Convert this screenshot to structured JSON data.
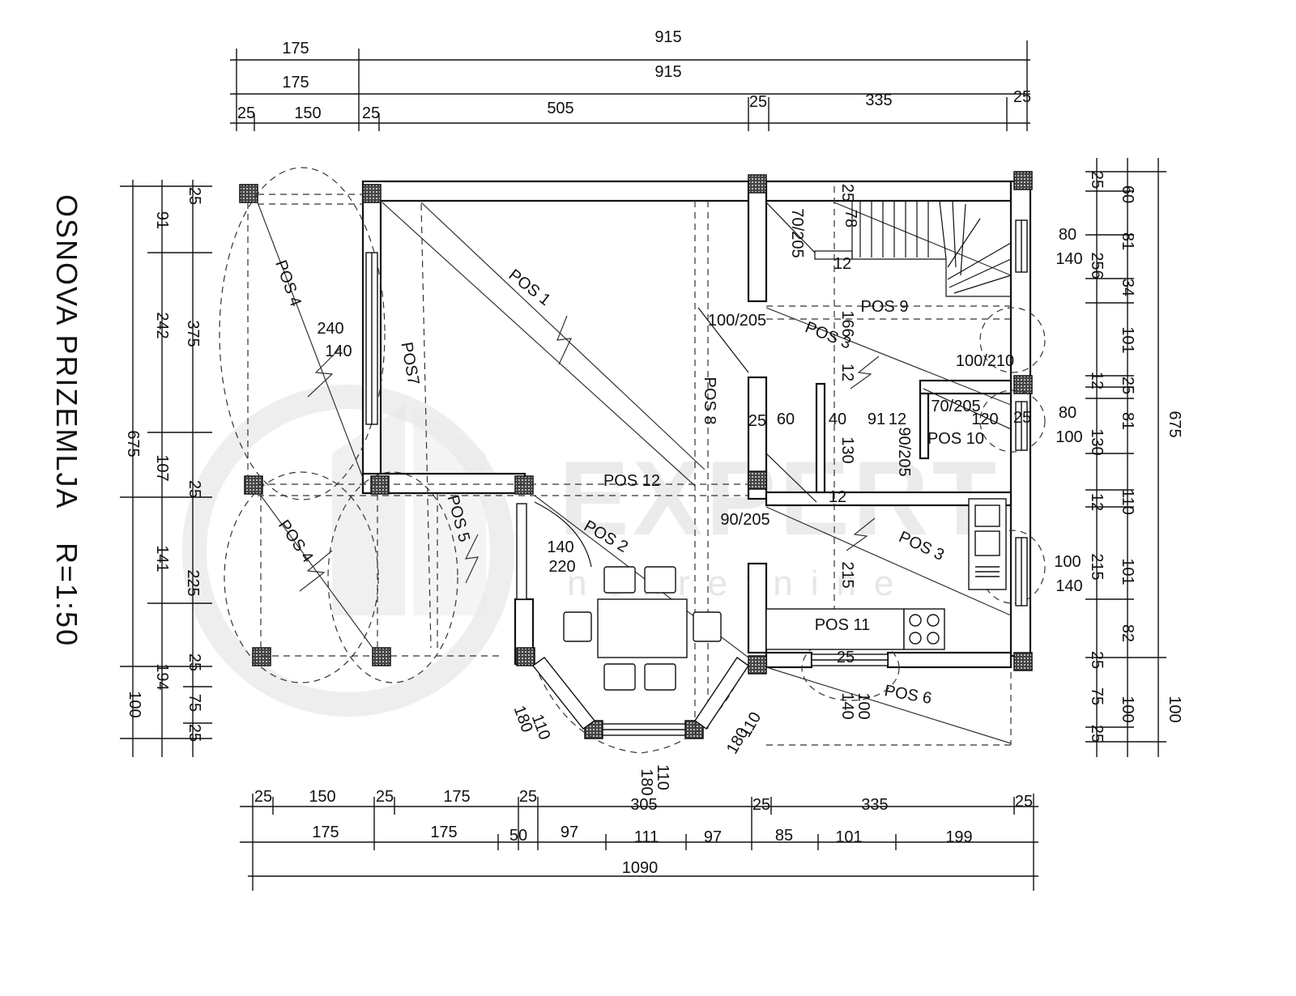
{
  "title": "OSNOVA PRIZEMLJA",
  "scale": "R=1:50",
  "watermark": {
    "brand": "EXPERT",
    "sub": "nekretnine"
  },
  "dims_top": {
    "row1": [
      "175",
      "915"
    ],
    "row2": [
      "175",
      "915"
    ],
    "row3": [
      "25",
      "150",
      "25",
      "505",
      "25",
      "335",
      "25"
    ]
  },
  "dims_bottom": {
    "row1": [
      "25",
      "150",
      "25",
      "175",
      "25",
      "305",
      "25",
      "335",
      "25"
    ],
    "row2": [
      "175",
      "175",
      "50",
      "97",
      "111",
      "97",
      "85",
      "101",
      "199"
    ],
    "total": "1090"
  },
  "dims_left": {
    "outer": "675",
    "second": [
      "375",
      "225",
      "100"
    ],
    "third": [
      "25",
      "91",
      "242",
      "107",
      "25",
      "141",
      "194",
      "25",
      "75",
      "25"
    ]
  },
  "dims_right": {
    "outer": [
      "675",
      "100"
    ],
    "inner": [
      "25",
      "60",
      "81",
      "256",
      "34",
      "101",
      "12",
      "25",
      "81",
      "130",
      "110",
      "12",
      "215",
      "101",
      "82",
      "25",
      "75",
      "100",
      "25"
    ]
  },
  "positions": [
    "POS 1",
    "POS 2",
    "POS 3",
    "POS 3",
    "POS 4",
    "POS 4",
    "POS 5",
    "POS 6",
    "POS7",
    "POS 8",
    "POS 9",
    "POS 10",
    "POS 11",
    "POS 12"
  ],
  "openings": {
    "win_left_w": "240",
    "win_left_h": "140",
    "win_r1_w": "80",
    "win_r1_h": "140",
    "win_r2_w": "80",
    "win_r2_h": "100",
    "win_r3_w": "100",
    "win_r3_h": "140",
    "door_100_210": "100/210",
    "door_100_205": "100/205",
    "door_70_205a": "70/205",
    "door_70_205b": "70/205",
    "door_90_205a": "90/205",
    "door_90_205b": "90/205",
    "door_140_220_w": "140",
    "door_140_220_h": "220",
    "bay_a_1": "180",
    "bay_a_2": "110",
    "bay_b_1": "180",
    "bay_b_2": "110",
    "bay_c_1": "110",
    "bay_c_2": "180",
    "win_bottom_w": "140",
    "win_bottom_h": "100",
    "win_bottom_side": "25"
  },
  "interior_dims": {
    "stair_25": "25",
    "stair_78": "78",
    "stair_12": "12",
    "d166": "166",
    "d12a": "12",
    "d12b": "12",
    "d12c": "12",
    "d25": "25",
    "d60": "60",
    "d40": "40",
    "d91": "91",
    "d130": "130",
    "d215": "215",
    "d120": "120",
    "d25b": "25"
  }
}
